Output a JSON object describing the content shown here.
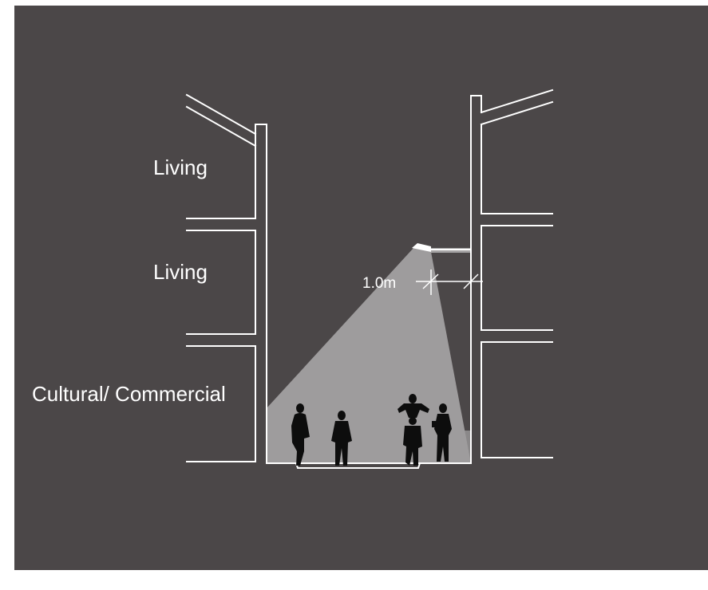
{
  "labels": {
    "upper_floor": "Living",
    "middle_floor": "Living",
    "ground_floor": "Cultural/ Commercial"
  },
  "dimension": {
    "value": "1.0m"
  },
  "colors": {
    "background": "#4b4748",
    "frame": "#ffffff",
    "lines": "#ffffff",
    "light_cone": "#9e9c9d",
    "street_floor": "#8a8889",
    "silhouettes": "#0d0d0d"
  },
  "icons": [
    "street-lamp-icon",
    "pedestrian-icon"
  ]
}
